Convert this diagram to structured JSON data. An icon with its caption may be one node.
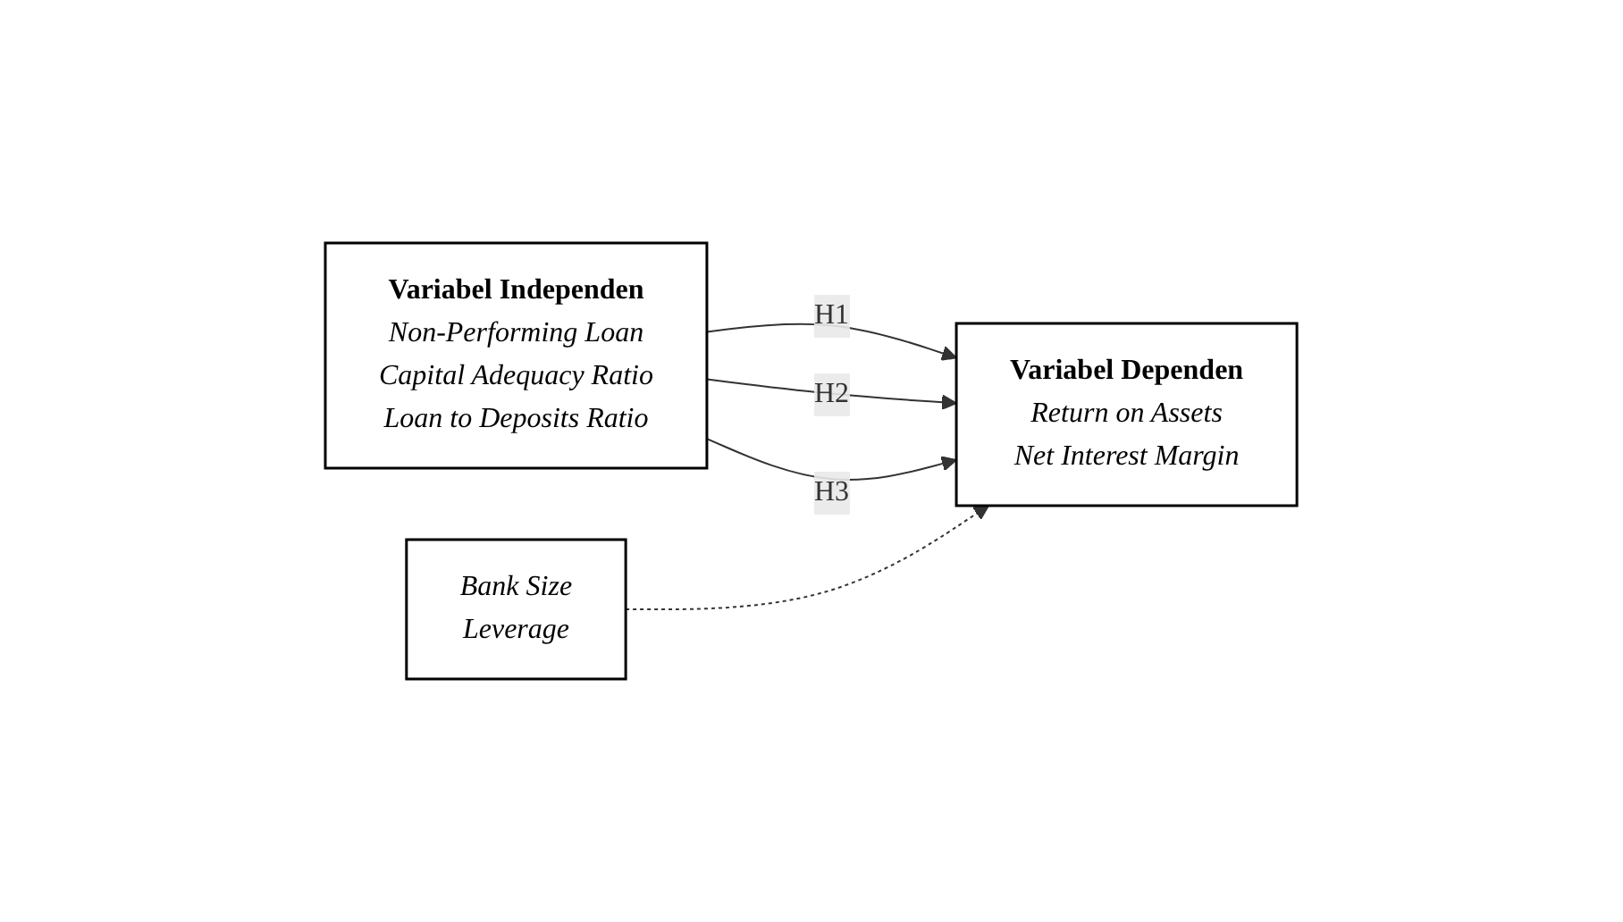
{
  "diagram": {
    "nodes": [
      {
        "text": [
          "Variabel Independen",
          "Non-Performing Loan",
          "Capital Adequacy Ratio",
          "Loan to Deposits Ratio"
        ]
      },
      {
        "text": [
          "Variabel Dependen",
          "Return on Assets",
          "Net Interest Margin"
        ]
      },
      {
        "text": [
          "Bank Size",
          "Leverage"
        ]
      }
    ],
    "edges": [
      {
        "from": 0,
        "to": 1,
        "arrow": "to",
        "label": "H1"
      },
      {
        "from": 0,
        "to": 1,
        "arrow": "to",
        "label": "H2"
      },
      {
        "from": 0,
        "to": 1,
        "arrow": "to",
        "label": "H3"
      },
      {
        "from": 2,
        "to": 1,
        "arrow": "to",
        "style": "dashed"
      }
    ]
  }
}
